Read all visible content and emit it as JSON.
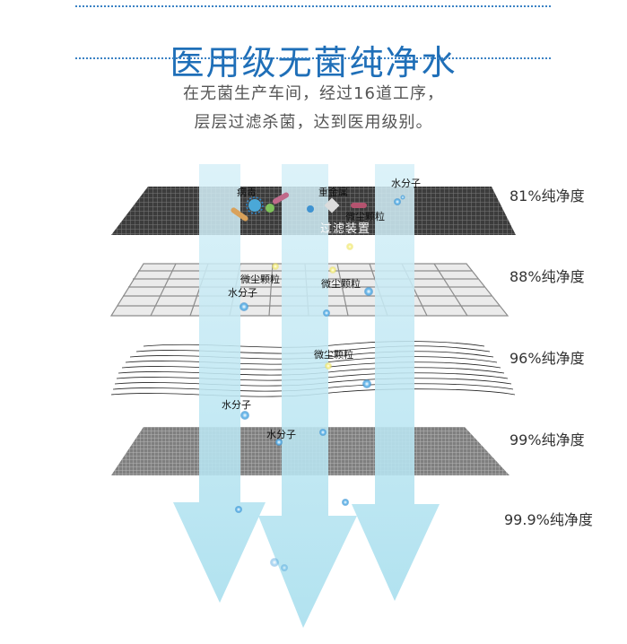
{
  "title": "医用级无菌纯净水",
  "subtitle_lines": [
    "在无菌生产车间，经过16道工序，",
    "层层过滤杀菌，达到医用级别。"
  ],
  "layers": [
    {
      "purity": "81%纯净度",
      "labels": [
        "病毒",
        "重金属",
        "微尘颗粒",
        "水分子"
      ],
      "filter_name": "过滤装置"
    },
    {
      "purity": "88%纯净度",
      "labels": [
        "微尘颗粒",
        "微尘颗粒",
        "水分子"
      ]
    },
    {
      "purity": "96%纯净度",
      "labels": [
        "微尘颗粒"
      ]
    },
    {
      "purity": "99%纯净度",
      "labels": [
        "水分子",
        "水分子"
      ]
    },
    {
      "purity": "99.9%纯净度"
    }
  ],
  "colors": {
    "title": "#1f6fb8",
    "arrow": "#bfe6f2",
    "layer1": "#4a4a4a",
    "layer4": "#8a8a8a"
  },
  "icons": [
    "virus-icon",
    "bacteria-icon",
    "metal-icon",
    "dust-particle-icon",
    "water-molecule-icon"
  ]
}
